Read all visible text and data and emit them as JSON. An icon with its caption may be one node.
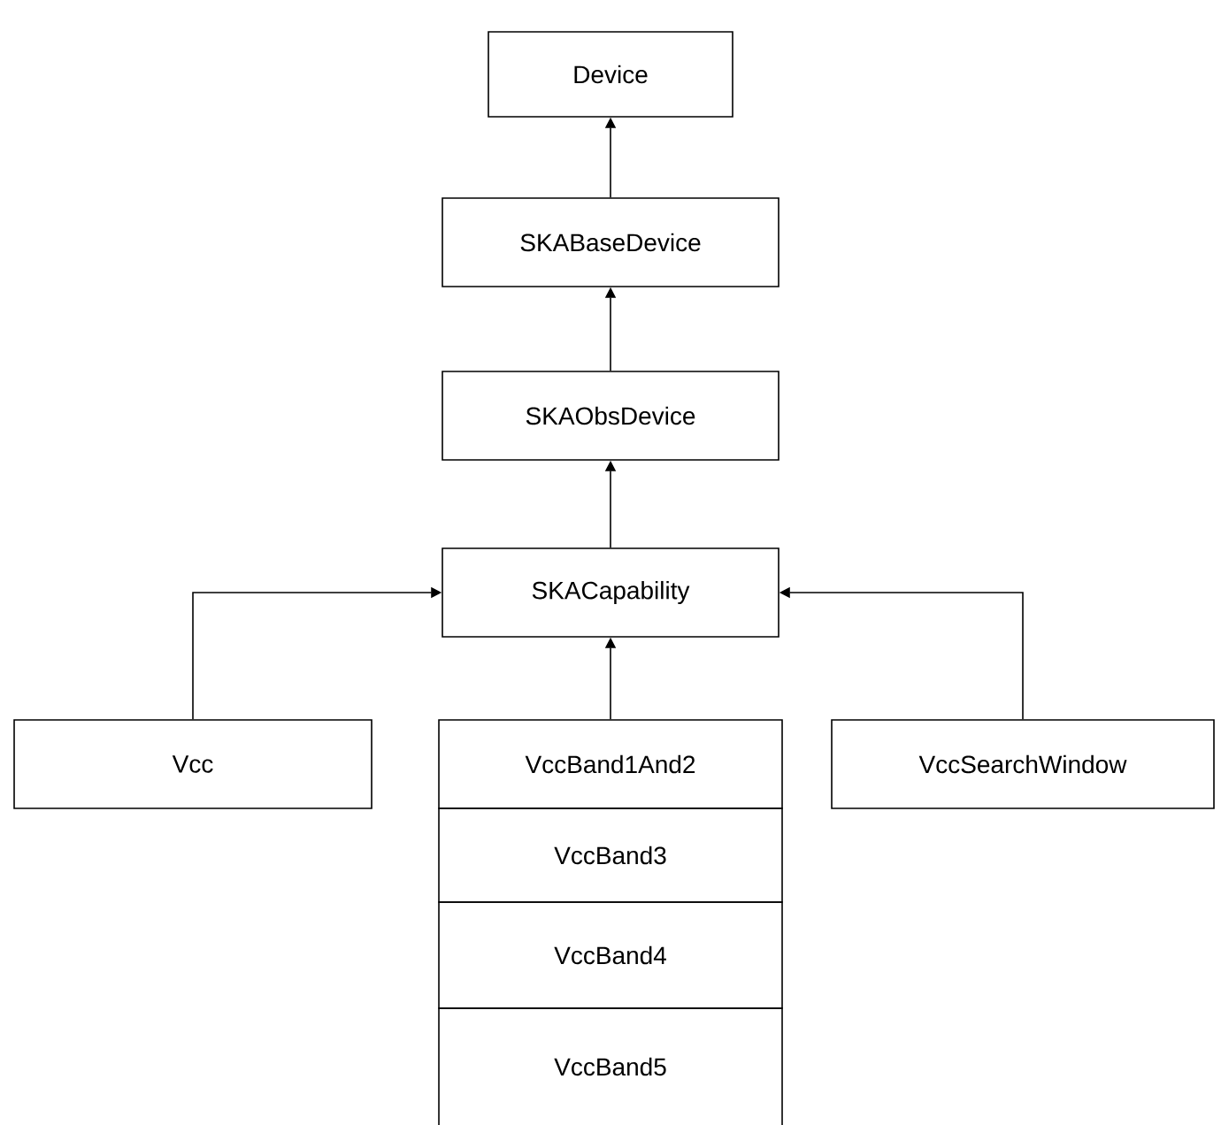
{
  "diagram": {
    "nodes": [
      {
        "text": [
          "Device"
        ]
      },
      {
        "text": [
          "SKABaseDevice"
        ]
      },
      {
        "text": [
          "SKAObsDevice"
        ]
      },
      {
        "text": [
          "SKACapability"
        ]
      },
      {
        "text": [
          "Vcc"
        ]
      },
      {
        "text": [
          "VccBand1And2"
        ]
      },
      {
        "text": [
          "VccSearchWindow"
        ]
      },
      {
        "text": [
          "VccBand3"
        ]
      },
      {
        "text": [
          "VccBand4"
        ]
      },
      {
        "text": [
          "VccBand5"
        ]
      }
    ],
    "edges": [
      {
        "from": 1,
        "to": 0,
        "arrow": "to"
      },
      {
        "from": 2,
        "to": 1,
        "arrow": "to"
      },
      {
        "from": 3,
        "to": 2,
        "arrow": "to"
      },
      {
        "from": 4,
        "to": 3,
        "arrow": "to"
      },
      {
        "from": 5,
        "to": 3,
        "arrow": "to"
      },
      {
        "from": 6,
        "to": 3,
        "arrow": "to"
      }
    ]
  }
}
